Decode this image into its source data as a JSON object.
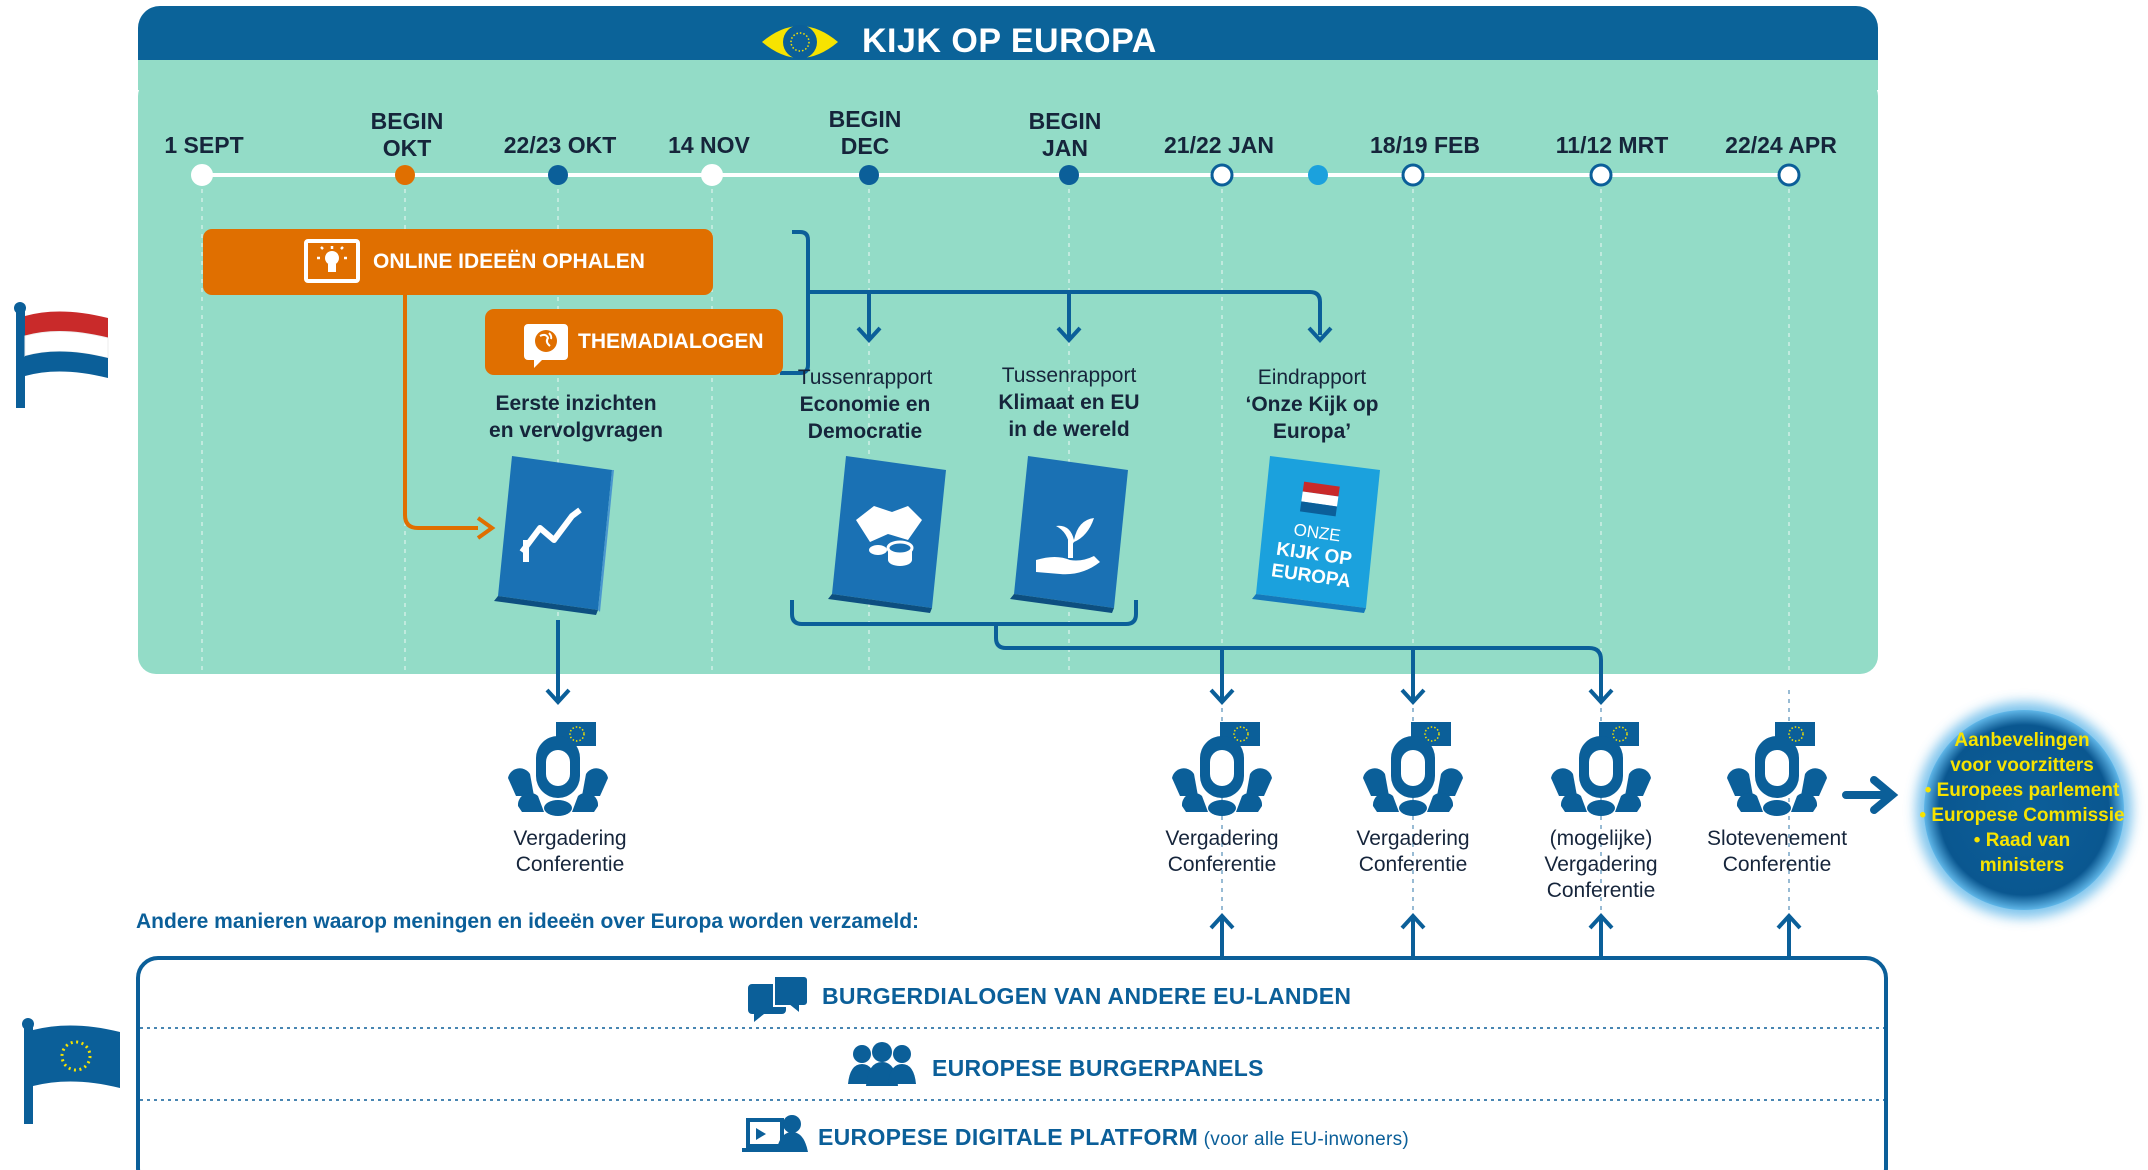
{
  "header": {
    "title": "KIJK OP EUROPA",
    "icon": "eye-icon"
  },
  "timeline": {
    "dates": [
      {
        "lines": [
          "1 SEPT"
        ],
        "marker": "white"
      },
      {
        "lines": [
          "BEGIN",
          "OKT"
        ],
        "marker": "orange"
      },
      {
        "lines": [
          "22/23 OKT"
        ],
        "marker": "dark"
      },
      {
        "lines": [
          "14 NOV"
        ],
        "marker": "white"
      },
      {
        "lines": [
          "BEGIN",
          "DEC"
        ],
        "marker": "dark"
      },
      {
        "lines": [
          "BEGIN",
          "JAN"
        ],
        "marker": "dark"
      },
      {
        "lines": [
          "21/22 JAN"
        ],
        "marker": "outline"
      },
      {
        "lines": [
          ""
        ],
        "marker": "light"
      },
      {
        "lines": [
          "18/19 FEB"
        ],
        "marker": "outline"
      },
      {
        "lines": [
          "11/12 MRT"
        ],
        "marker": "outline"
      },
      {
        "lines": [
          "22/24 APR"
        ],
        "marker": "outline"
      }
    ]
  },
  "activities": {
    "online": {
      "label": "ONLINE IDEEËN OPHALEN",
      "icon": "lightbulb-icon",
      "color": "#e06f00"
    },
    "themadialogen": {
      "label": "THEMADIALOGEN",
      "icon": "globe-speech-icon",
      "color": "#e06f00"
    }
  },
  "reports": {
    "first": {
      "line1": "Eerste inzichten",
      "line2": "en vervolgvragen",
      "icon": "chart-people-icon"
    },
    "economy": {
      "pre": "Tussenrapport",
      "line1": "Economie en",
      "line2": "Democratie",
      "icon": "handshake-coins-icon"
    },
    "climate": {
      "pre": "Tussenrapport",
      "line1": "Klimaat en EU",
      "line2": "in de wereld",
      "icon": "plant-hand-icon"
    },
    "final": {
      "pre": "Eindrapport",
      "line1": "‘Onze Kijk op",
      "line2": "Europa’",
      "book_lines": [
        "ONZE",
        "KIJK OP",
        "EUROPA"
      ]
    }
  },
  "meetings": [
    {
      "lines": [
        "Vergadering",
        "Conferentie"
      ]
    },
    {
      "lines": [
        "Vergadering",
        "Conferentie"
      ]
    },
    {
      "lines": [
        "Vergadering",
        "Conferentie"
      ]
    },
    {
      "lines": [
        "(mogelijke)",
        "Vergadering",
        "Conferentie"
      ]
    },
    {
      "lines": [
        "Slotevenement",
        "Conferentie"
      ]
    }
  ],
  "recommendations": {
    "lines": [
      "Aanbevelingen",
      "voor voorzitters",
      "• Europees parlement",
      "• Europese Commissie",
      "• Raad van",
      "ministers"
    ]
  },
  "other_ways": {
    "intro": "Andere manieren waarop meningen en ideeën over Europa worden verzameld:",
    "rows": [
      {
        "label": "BURGERDIALOGEN VAN ANDERE EU-LANDEN",
        "note": "",
        "icon": "speech-bubbles-icon"
      },
      {
        "label": "EUROPESE BURGERPANELS",
        "note": "",
        "icon": "group-icon"
      },
      {
        "label": "EUROPESE DIGITALE PLATFORM",
        "note": " (voor alle EU-inwoners)",
        "icon": "computer-user-icon"
      }
    ]
  },
  "colors": {
    "header_blue": "#0b6399",
    "panel_green": "#93dcc7",
    "dark_blue": "#0b5f99",
    "orange": "#e06f00",
    "light_blue": "#1ba1dd",
    "text_dark": "#16253b",
    "recommend_yellow": "#f7e300"
  },
  "flags": {
    "nl": "netherlands-flag-icon",
    "eu": "eu-flag-icon"
  }
}
